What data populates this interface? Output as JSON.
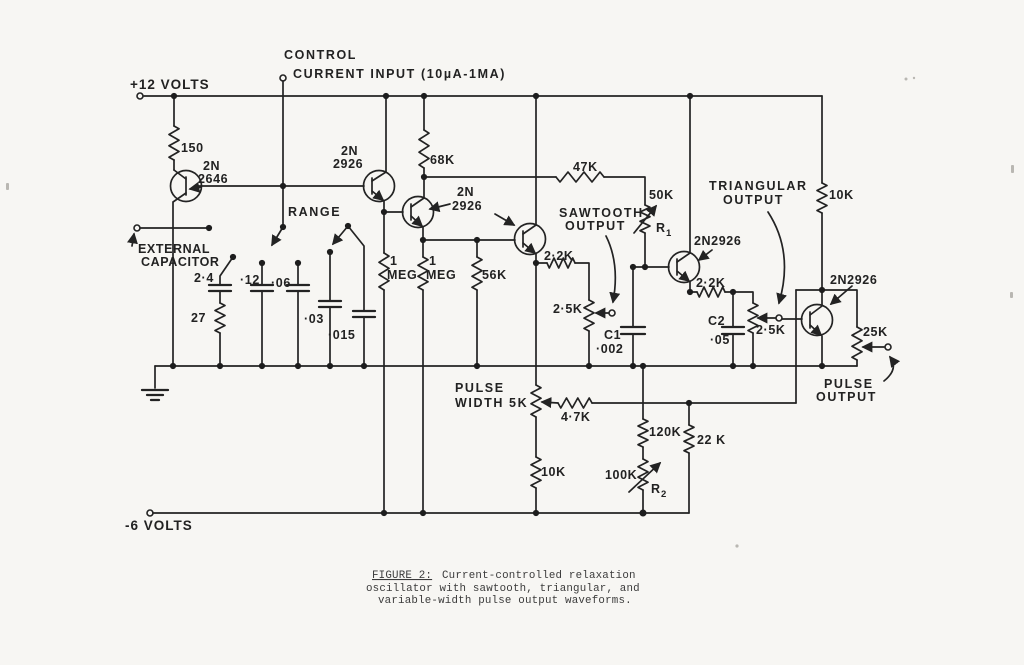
{
  "page": {
    "background": "#f7f6f3",
    "ink": "#232323"
  },
  "supplies": {
    "positive": "+12 VOLTS",
    "negative": "-6 VOLTS"
  },
  "control_input": {
    "line1": "CONTROL",
    "line2": "CURRENT INPUT (10µA-1MA)"
  },
  "range": {
    "label": "RANGE",
    "external_line1": "EXTERNAL",
    "external_line2": "CAPACITOR",
    "cap1": "2·4",
    "cap1_resistor": "27",
    "cap2": "·12",
    "cap3": "·06",
    "cap4": "·03",
    "cap5": "·015"
  },
  "transistors": {
    "ujt_line1": "2N",
    "ujt_line2": "2646",
    "q1_line1": "2N",
    "q1_line2": "2926",
    "q23_line1": "2N",
    "q23_line2": "2926",
    "q4": "2N2926",
    "q5": "2N2926"
  },
  "resistors": {
    "r150": "150",
    "r68k": "68K",
    "r1meg_a1": "1",
    "r1meg_a2": "MEG",
    "r1meg_b1": "1",
    "r1meg_b2": "MEG",
    "r56k": "56K",
    "r47k": "47K",
    "r50k": "50K",
    "r1": "R",
    "r1_sub": "1",
    "r22k_saw": "2·2K",
    "r25k_saw": "2·5K",
    "r22k_tri": "2·2K",
    "r25k_tri": "2·5K",
    "r10k_top": "10K",
    "r25k_out": "25K",
    "pw_line1": "PULSE",
    "pw_line2": "WIDTH 5K",
    "r47k_low": "4·7K",
    "r10k_low": "10K",
    "r120k": "120K",
    "r22k_low": "22 K",
    "r100k": "100K",
    "r2": "R",
    "r2_sub": "2"
  },
  "capacitors": {
    "c1_name": "C1",
    "c1_val": "·002",
    "c2_name": "C2",
    "c2_val": "·05"
  },
  "outputs": {
    "saw1": "SAWTOOTH",
    "saw2": "OUTPUT",
    "tri1": "TRIANGULAR",
    "tri2": "OUTPUT",
    "pulse1": "PULSE",
    "pulse2": "OUTPUT"
  },
  "caption": {
    "head": "FIGURE 2:",
    "line1": "Current-controlled relaxation",
    "line2": "oscillator with sawtooth, triangular, and",
    "line3": "variable-width pulse output waveforms."
  }
}
